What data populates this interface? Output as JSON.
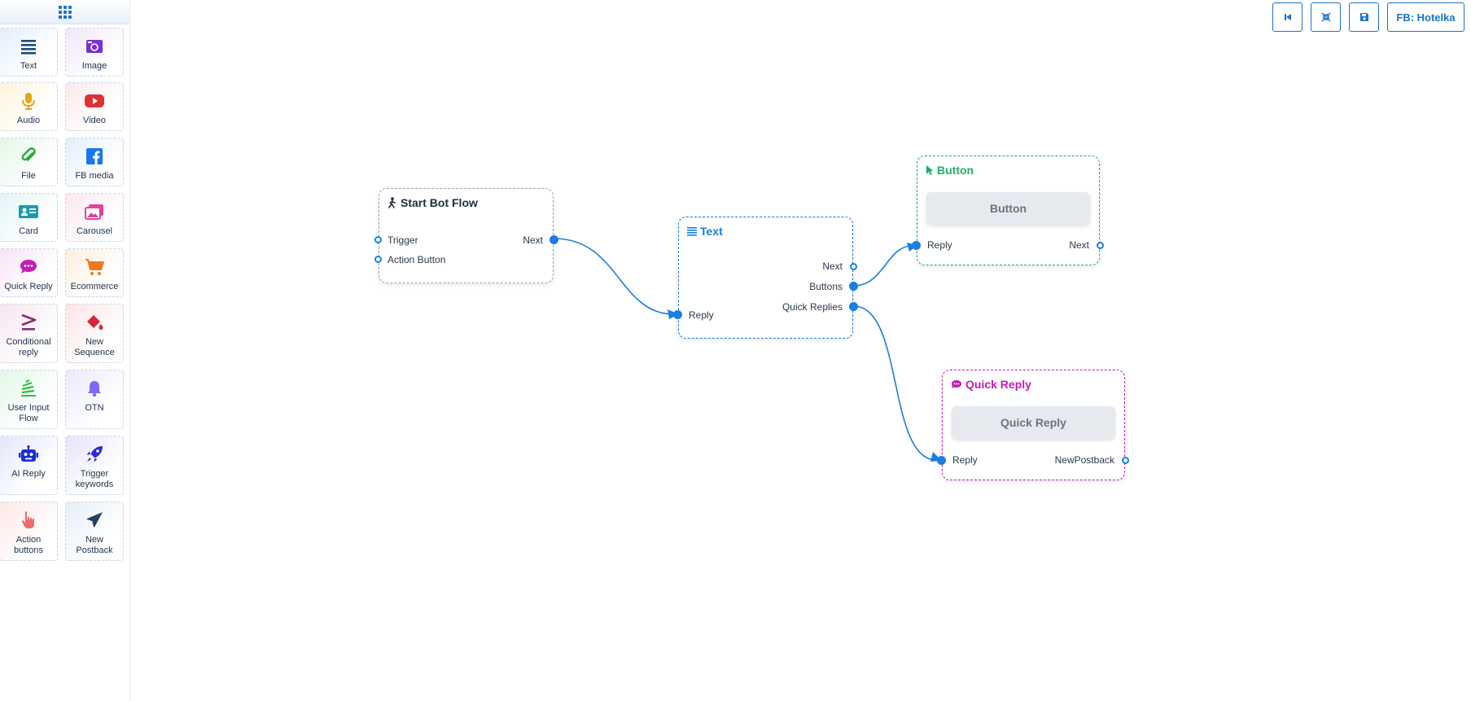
{
  "sidebar": {
    "items": [
      {
        "label": "Text",
        "icon": "list-lines-icon",
        "color": "#1e4a7a",
        "tint": "#e3eefb"
      },
      {
        "label": "Image",
        "icon": "image-icon",
        "color": "#7a2fd6",
        "tint": "#efe6fb"
      },
      {
        "label": "Audio",
        "icon": "microphone-icon",
        "color": "#e9a21b",
        "tint": "#fdf4dc"
      },
      {
        "label": "Video",
        "icon": "youtube-icon",
        "color": "#e03131",
        "tint": "#fde7ea"
      },
      {
        "label": "File",
        "icon": "paperclip-icon",
        "color": "#2aa845",
        "tint": "#e3f6e6"
      },
      {
        "label": "FB media",
        "icon": "facebook-icon",
        "color": "#1877f2",
        "tint": "#e2eefc"
      },
      {
        "label": "Card",
        "icon": "id-card-icon",
        "color": "#1a9bb0",
        "tint": "#e1f4f6"
      },
      {
        "label": "Carousel",
        "icon": "images-icon",
        "color": "#e0449a",
        "tint": "#fde6f1"
      },
      {
        "label": "Quick Reply",
        "icon": "chat-bubble-icon",
        "color": "#c21fb5",
        "tint": "#f8e3f6"
      },
      {
        "label": "Ecommerce",
        "icon": "shopping-cart-icon",
        "color": "#f07a1a",
        "tint": "#fdeedd"
      },
      {
        "label": "Conditional reply",
        "icon": "greater-equal-icon",
        "color": "#8a2d6e",
        "tint": "#f6e5ef"
      },
      {
        "label": "New Sequence",
        "icon": "paint-bucket-icon",
        "color": "#d62839",
        "tint": "#fde4e6"
      },
      {
        "label": "User Input Flow",
        "icon": "stack-icon",
        "color": "#2fbf4a",
        "tint": "#e2f7e6"
      },
      {
        "label": "OTN",
        "icon": "bell-icon",
        "color": "#7b6cf0",
        "tint": "#ece9fd"
      },
      {
        "label": "AI Reply",
        "icon": "robot-icon",
        "color": "#1a2fd0",
        "tint": "#e3e6fb"
      },
      {
        "label": "Trigger keywords",
        "icon": "rocket-icon",
        "color": "#2a2ad6",
        "tint": "#e6e4fb"
      },
      {
        "label": "Action buttons",
        "icon": "pointer-hand-icon",
        "color": "#ef6a6a",
        "tint": "#fde7e7"
      },
      {
        "label": "New Postback",
        "icon": "paper-plane-icon",
        "color": "#1f3d5c",
        "tint": "#e5eef6"
      }
    ]
  },
  "toolbar": {
    "buttons": [
      {
        "icon": "skip-back-icon"
      },
      {
        "icon": "compress-icon"
      },
      {
        "icon": "save-icon"
      }
    ],
    "account_label": "FB: Hotelka"
  },
  "nodes": {
    "start": {
      "title": "Start Bot Flow",
      "border_color": "#9aa4ae",
      "title_color": "#1f2d3d",
      "inputs": [
        "Trigger",
        "Action Button"
      ],
      "outputs": [
        "Next"
      ]
    },
    "text": {
      "title": "Text",
      "border_color": "#1a7fe0",
      "title_color": "#1a7fe0",
      "outputs": [
        "Next",
        "Buttons",
        "Quick Replies"
      ],
      "inputs": [
        "Reply"
      ]
    },
    "button": {
      "title": "Button",
      "border_color": "#1fae6a",
      "title_color": "#1fae6a",
      "inner_label": "Button",
      "inputs": [
        "Reply"
      ],
      "outputs": [
        "Next"
      ]
    },
    "quick_reply": {
      "title": "Quick Reply",
      "border_color": "#c21fb5",
      "title_color": "#c21fb5",
      "inner_label": "Quick Reply",
      "inputs": [
        "Reply"
      ],
      "outputs": [
        "NewPostback"
      ]
    }
  },
  "connection_color": "#1a7fe0"
}
